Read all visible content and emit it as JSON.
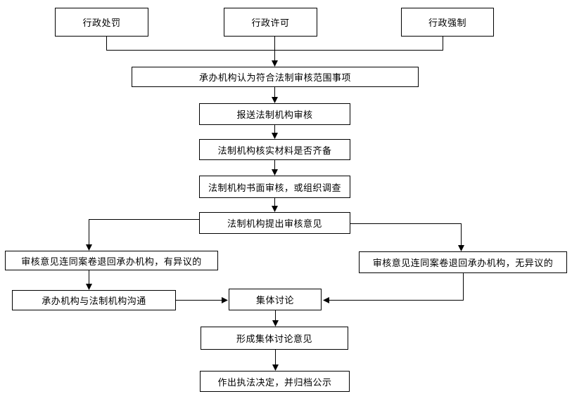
{
  "diagram": {
    "type": "flowchart",
    "background_color": "#ffffff",
    "box_border_color": "#000000",
    "box_fill_color": "#ffffff",
    "line_color": "#000000",
    "text_color": "#000000",
    "nodes": [
      {
        "id": "admin-penalty",
        "label": "行政处罚"
      },
      {
        "id": "admin-license",
        "label": "行政许可"
      },
      {
        "id": "admin-compulsion",
        "label": "行政强制"
      },
      {
        "id": "within-review-scope",
        "label": "承办机构认为符合法制审核范围事项"
      },
      {
        "id": "submit-for-review",
        "label": "报送法制机构审核"
      },
      {
        "id": "verify-materials",
        "label": "法制机构核实材料是否齐备"
      },
      {
        "id": "written-review",
        "label": "法制机构书面审核，或组织调查"
      },
      {
        "id": "issue-review-opinion",
        "label": "法制机构提出审核意见"
      },
      {
        "id": "return-with-objection",
        "label": "审核意见连同案卷退回承办机构，有异议的"
      },
      {
        "id": "return-no-objection",
        "label": "审核意见连同案卷退回承办机构，无异议的"
      },
      {
        "id": "communicate",
        "label": "承办机构与法制机构沟通"
      },
      {
        "id": "group-discussion",
        "label": "集体讨论"
      },
      {
        "id": "form-group-opinion",
        "label": "形成集体讨论意见"
      },
      {
        "id": "make-decision-archive",
        "label": "作出执法决定，并归档公示"
      }
    ]
  }
}
